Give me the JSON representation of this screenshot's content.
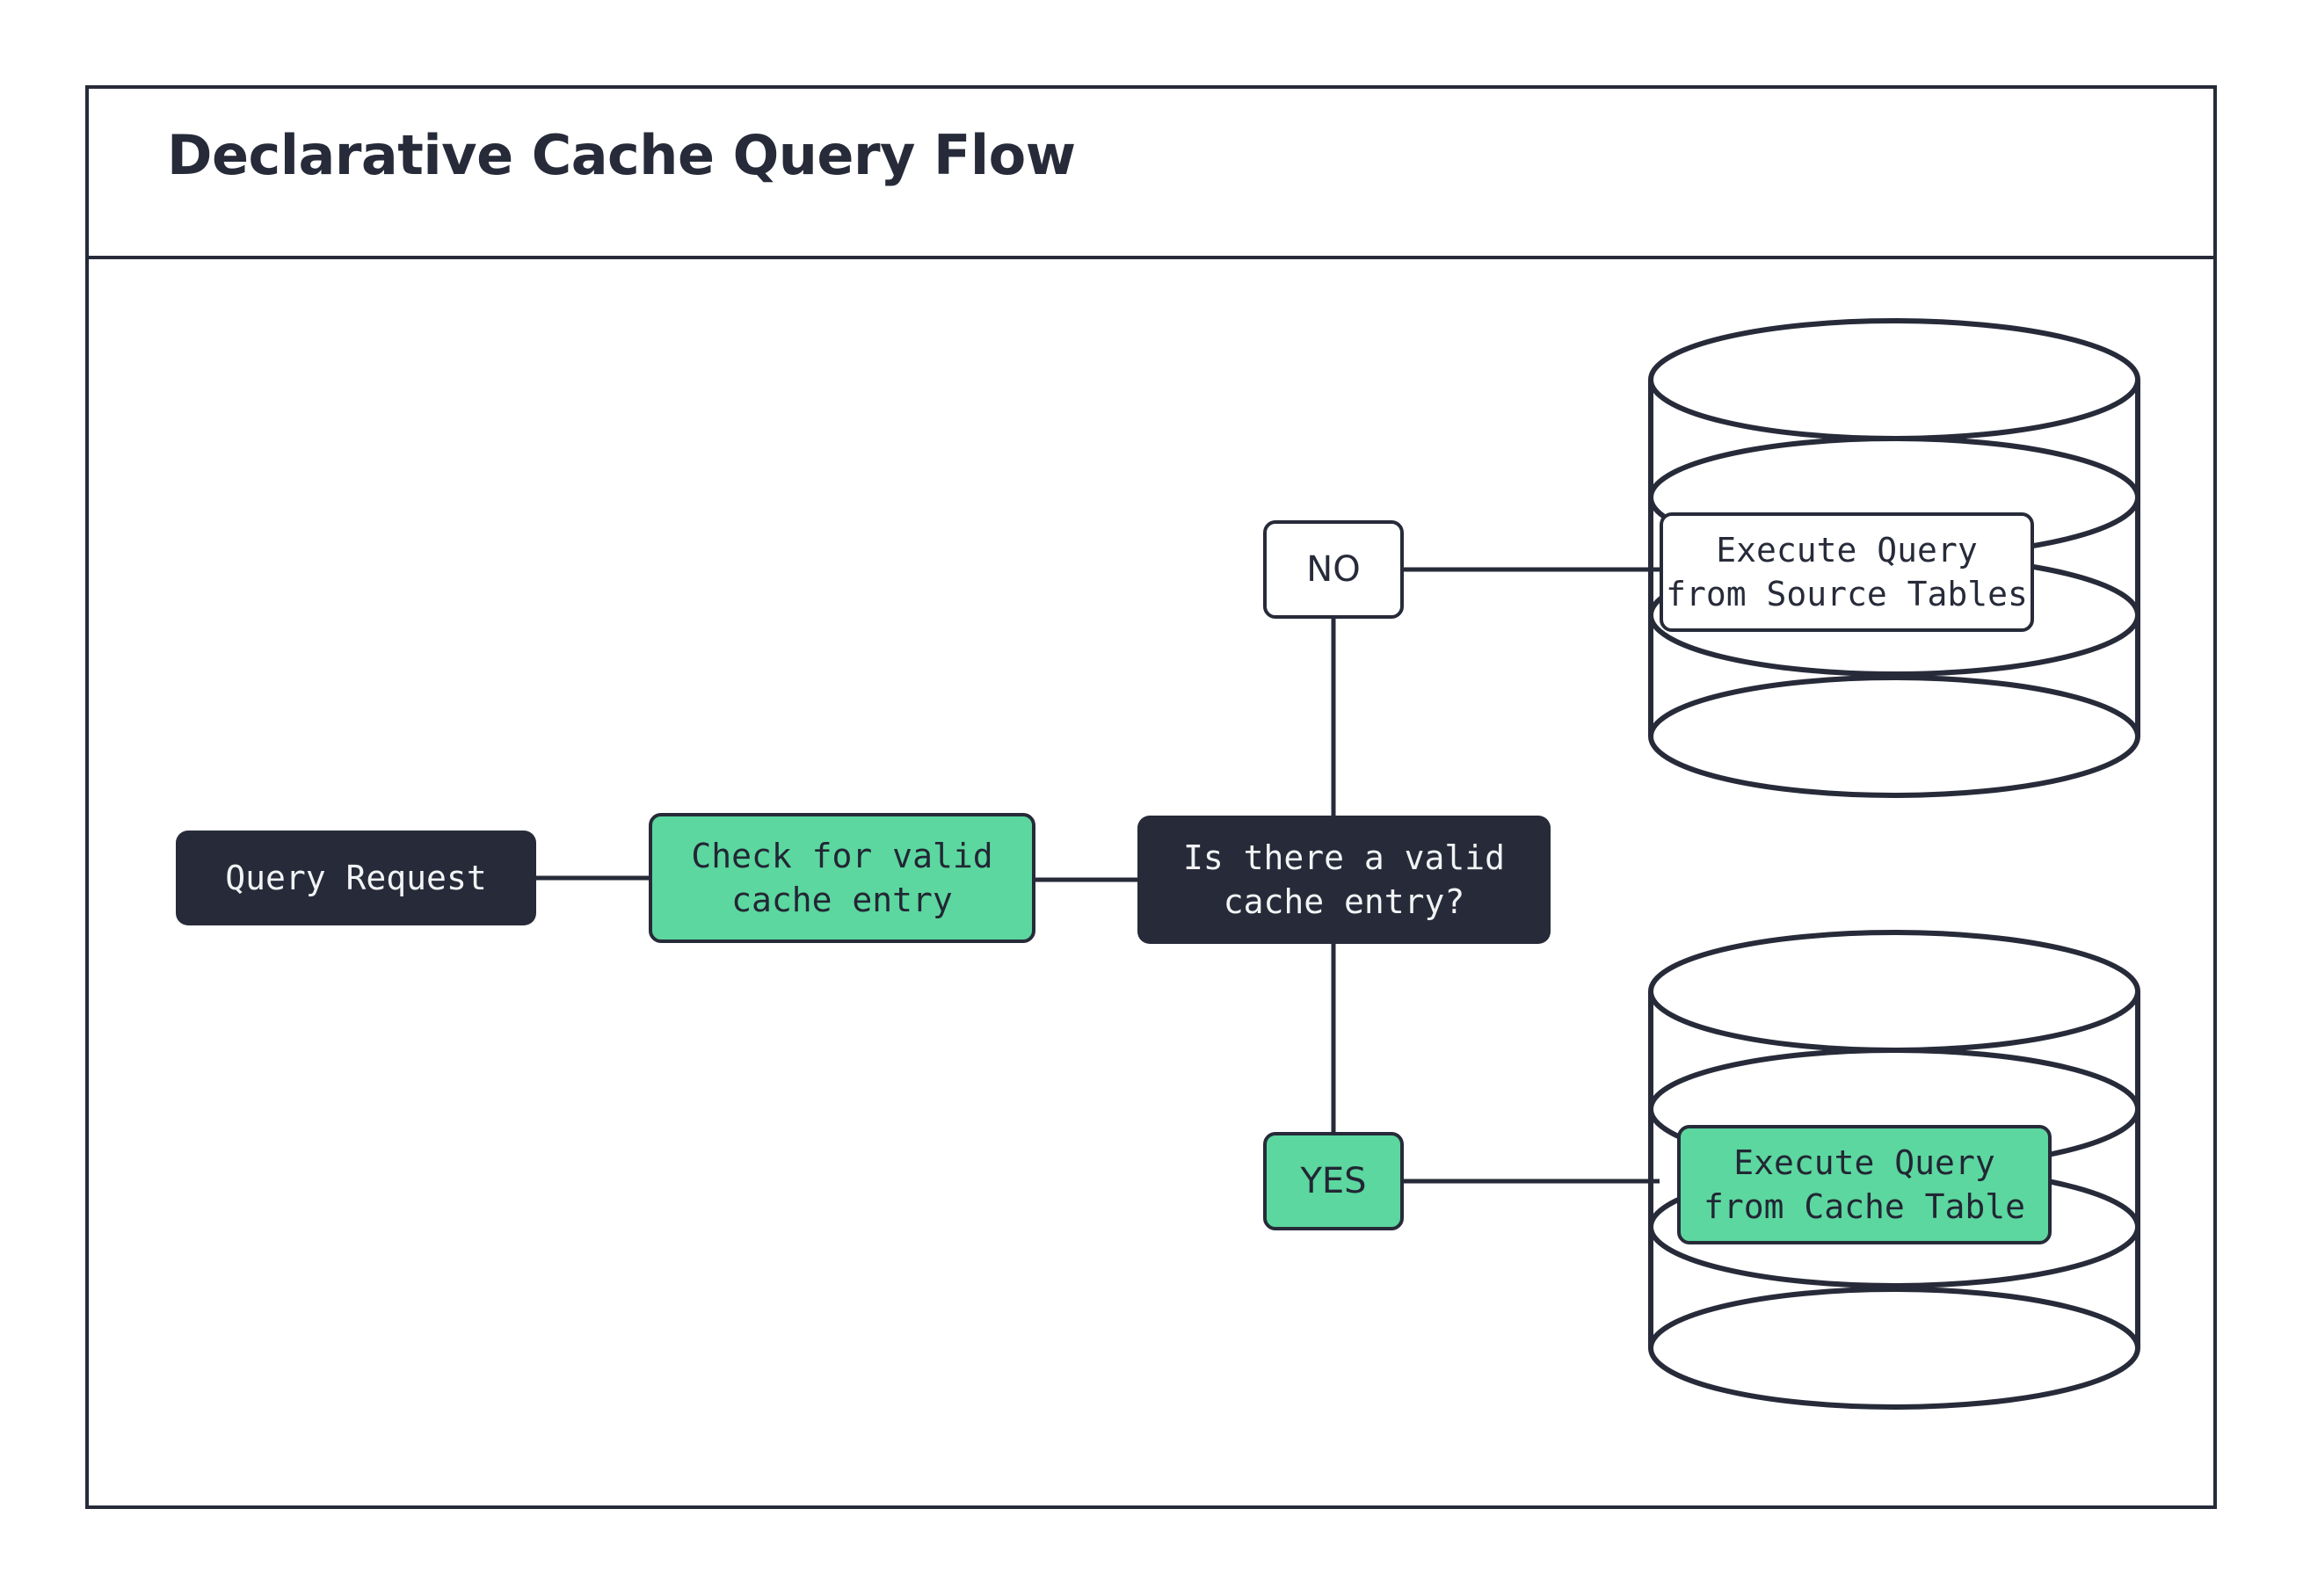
{
  "diagram": {
    "title": "Declarative Cache Query Flow",
    "type": "flowchart",
    "colors": {
      "dark": "#272b39",
      "green": "#5cd79f",
      "white": "#ffffff",
      "text_light": "#f2f3f5",
      "text_dark": "#222634"
    },
    "nodes": [
      {
        "id": "query_request",
        "label": "Query Request",
        "shape": "rounded-rect",
        "style": "dark"
      },
      {
        "id": "check_cache",
        "label": "Check for valid\ncache entry",
        "shape": "rounded-rect",
        "style": "green"
      },
      {
        "id": "decision",
        "label": "Is there a valid\ncache entry?",
        "shape": "rounded-rect",
        "style": "dark"
      },
      {
        "id": "source_db",
        "label": "Execute Query\nfrom Source Tables",
        "shape": "cylinder",
        "style": "white"
      },
      {
        "id": "cache_db",
        "label": "Execute Query\nfrom Cache Table",
        "shape": "cylinder",
        "style": "green"
      }
    ],
    "edge_labels": {
      "no": "NO",
      "yes": "YES"
    },
    "edges": [
      {
        "from": "query_request",
        "to": "check_cache",
        "label": ""
      },
      {
        "from": "check_cache",
        "to": "decision",
        "label": ""
      },
      {
        "from": "decision",
        "to": "source_db",
        "label": "NO"
      },
      {
        "from": "decision",
        "to": "cache_db",
        "label": "YES"
      }
    ]
  }
}
